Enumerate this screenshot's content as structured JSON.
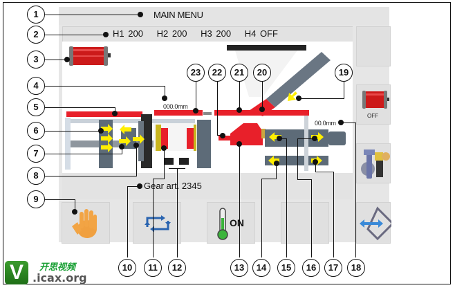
{
  "screen": {
    "title": "MAIN MENU",
    "heaters": [
      {
        "label": "H1",
        "value": "200"
      },
      {
        "label": "H2",
        "value": "200"
      },
      {
        "label": "H3",
        "value": "200"
      },
      {
        "label": "H4",
        "value": "OFF"
      }
    ],
    "mold_position": "000.0mm",
    "injection_position": "00.0mm",
    "article": "Gear art. 2345",
    "side_buttons": [
      {
        "name": "empty-slot",
        "label": ""
      },
      {
        "name": "heater-off-button",
        "label": "OFF",
        "icon": "heater-cylinder-icon"
      },
      {
        "name": "settings-button",
        "label": "",
        "icon": "tools-lock-icon"
      }
    ],
    "bottom_buttons": [
      {
        "name": "manual-mode-button",
        "icon": "hand-icon",
        "label": ""
      },
      {
        "name": "auto-cycle-button",
        "icon": "cycle-arrows-icon",
        "label": ""
      },
      {
        "name": "heating-on-button",
        "icon": "thermometer-icon",
        "label": "ON"
      },
      {
        "name": "empty-button",
        "icon": "",
        "label": ""
      },
      {
        "name": "navigate-button",
        "icon": "diamond-arrow-icon",
        "label": ""
      }
    ]
  },
  "callouts": [
    "1",
    "2",
    "3",
    "4",
    "5",
    "6",
    "7",
    "8",
    "9",
    "10",
    "11",
    "12",
    "13",
    "14",
    "15",
    "16",
    "17",
    "18",
    "19",
    "20",
    "21",
    "22",
    "23"
  ],
  "colors": {
    "accent_red": "#e8202a",
    "arrow_yellow": "#ffee00",
    "machine_grey": "#5d6b78",
    "panel_bg": "#e6e6e6"
  },
  "watermark": {
    "logo_letter": "V",
    "chinese_text": "开思视频",
    "url": ".icax.org"
  }
}
